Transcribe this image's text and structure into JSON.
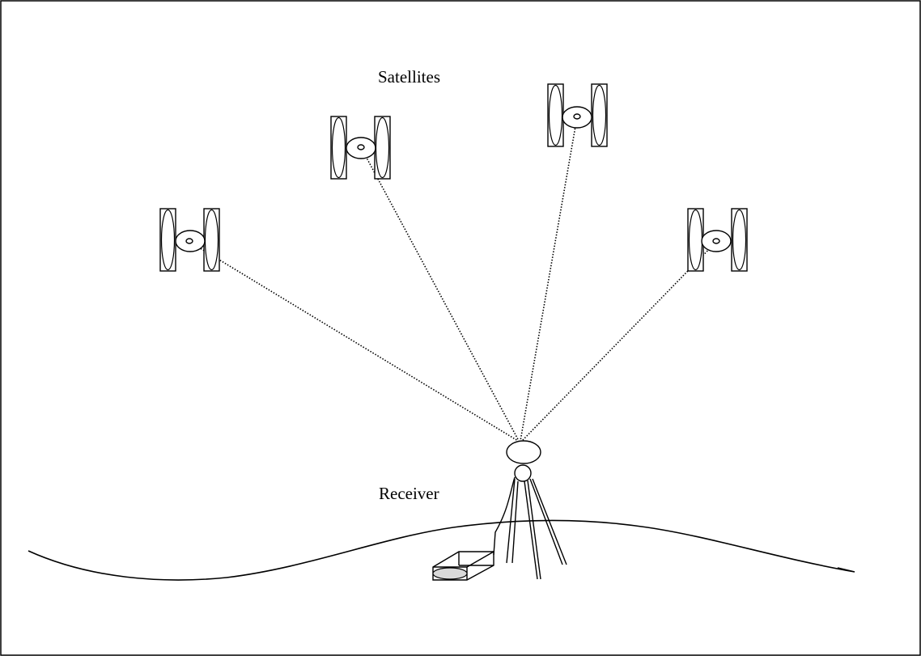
{
  "diagram": {
    "labels": {
      "satellites": "Satellites",
      "receiver": "Receiver"
    },
    "satellite_count": 4
  }
}
